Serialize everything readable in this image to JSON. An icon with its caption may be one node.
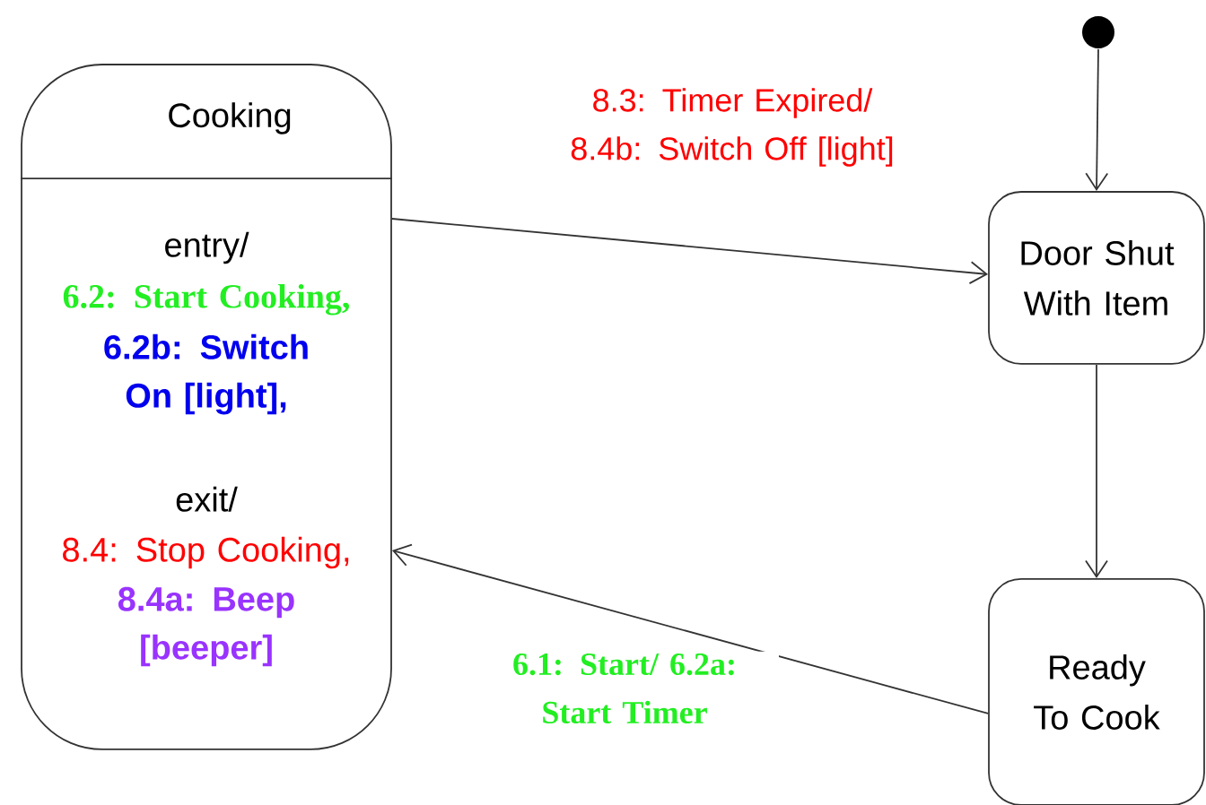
{
  "diagram": {
    "nodes": [
      {
        "text": [
          "Cooking",
          "entry/",
          "6.2: Start Cooking,",
          "6.2b: Switch On [light],",
          "exit/",
          "8.4: Stop Cooking,",
          "8.4a: Beep [beeper]"
        ]
      },
      {
        "text": [],
        "shape": "circle"
      },
      {
        "text": [
          "Door Shut With Item"
        ]
      },
      {
        "text": [
          "Ready To Cook"
        ]
      }
    ],
    "edges": [
      {
        "from": 1,
        "to": 2,
        "arrow": "to"
      },
      {
        "from": 0,
        "to": 2,
        "arrow": "to",
        "label": "8.3: Timer Expired/ 8.4b: Switch Off [light]"
      },
      {
        "from": 2,
        "to": 3,
        "arrow": "to"
      },
      {
        "from": 3,
        "to": 0,
        "arrow": "to",
        "label": "6.1: Start/ 6.2a: Start Timer"
      }
    ]
  }
}
